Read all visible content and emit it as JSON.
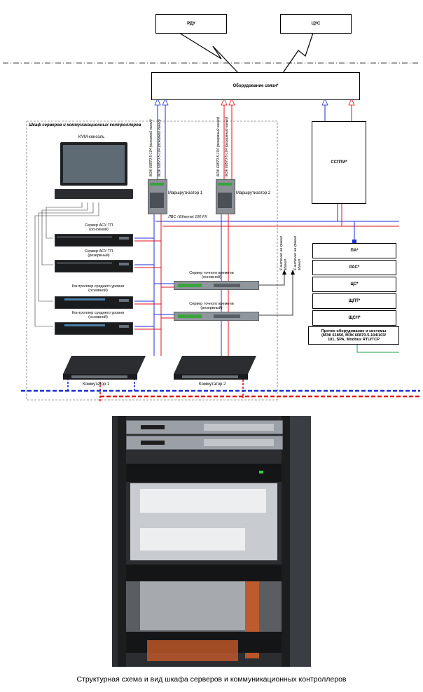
{
  "diagram": {
    "top": {
      "rdu": "РДУ",
      "tsus": "ЦУС",
      "comms": "Оборудование связи*"
    },
    "cabinet_title": "Шкаф серверов и коммуникационных контроллеров",
    "kvm": "KVM-консоль",
    "servers": [
      {
        "line1": "Сервер АСУ ТП",
        "line2": "(основной)"
      },
      {
        "line1": "Сервер АСУ ТП",
        "line2": "(резервный)"
      },
      {
        "line1": "Контроллер среднего уровня",
        "line2": "(основной)"
      },
      {
        "line1": "Контроллер среднего уровня",
        "line2": "(основной)"
      }
    ],
    "time_servers": [
      {
        "line1": "Сервер точного времени",
        "line2": "(основной)"
      },
      {
        "line1": "Сервер точного времени",
        "line2": "(резервный)"
      }
    ],
    "routers": [
      "Маршрутизатор 1",
      "Маршрутизатор 2"
    ],
    "switches": [
      "Коммутатор 1",
      "Коммутатор 2"
    ],
    "router1_links": [
      "МЭК 60870-5-104 (основной канал)",
      "МЭК 60870-5-104 (основной канал)"
    ],
    "router2_links": [
      "МЭК 60870-5-104 (резервный канал)",
      "МЭК 60870-5-104 (резервный канал)"
    ],
    "lan_label": "ЛВС / Ethernet 100 FX",
    "antennas": [
      "К антенне на крыше здания",
      "К антенне на крыше здания"
    ],
    "sspti": "ССПТИ*",
    "right_boxes": [
      "ПА*",
      "РАС*",
      "ЦС*",
      "ЩПТ*",
      "ЩСН*"
    ],
    "other_systems": {
      "line1": "Прочее оборудование и системы",
      "line2": "(МЭК 61850, МЭК 60870-5-104/103/",
      "line3": "101, SPA, Modbus RTU/TCP"
    },
    "colors": {
      "main_channel": "#1a2fd6",
      "reserve_channel": "#e0101a",
      "green_link": "#1f9e4a"
    }
  },
  "caption": "Структурная схема и вид шкафа серверов и коммуникационных контроллеров"
}
